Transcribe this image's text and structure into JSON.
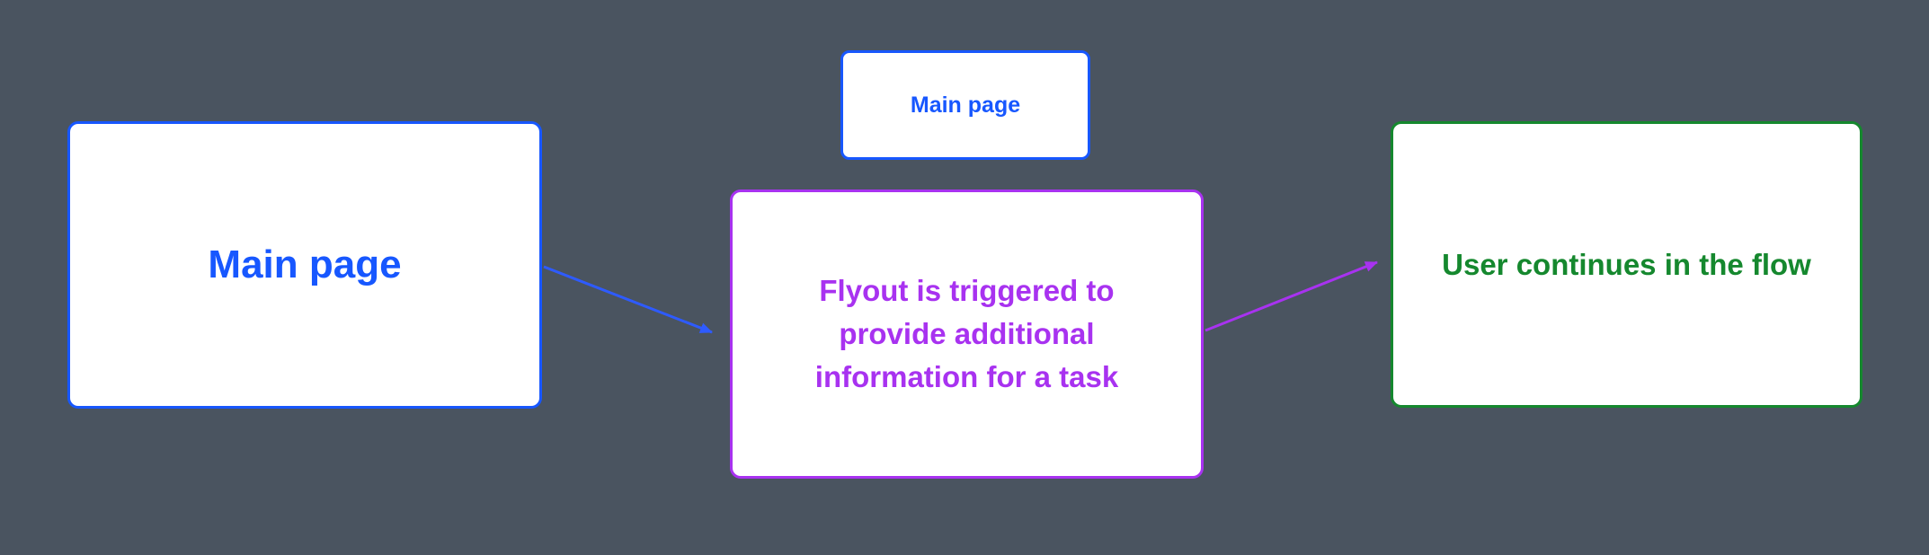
{
  "diagram": {
    "background_color": "#4a5460",
    "nodes": {
      "main_page": {
        "label": "Main page",
        "text_color": "#1757ff",
        "border_color": "#1757ff",
        "fill_color": "#ffffff"
      },
      "main_page_small": {
        "label": "Main page",
        "text_color": "#1757ff",
        "border_color": "#1757ff",
        "fill_color": "#ffffff"
      },
      "flyout": {
        "label": "Flyout is triggered to\nprovide additional\ninformation for a task",
        "text_color": "#a832f0",
        "border_color": "#a832f0",
        "fill_color": "#ffffff"
      },
      "user_flow": {
        "label": "User continues in the flow",
        "text_color": "#15882e",
        "border_color": "#15882e",
        "fill_color": "#ffffff"
      }
    },
    "edges": [
      {
        "from": "main_page",
        "to": "flyout",
        "color": "#2e5bff",
        "direction": "down-right"
      },
      {
        "from": "flyout",
        "to": "user_flow",
        "color": "#a832f0",
        "direction": "up-right"
      }
    ]
  }
}
